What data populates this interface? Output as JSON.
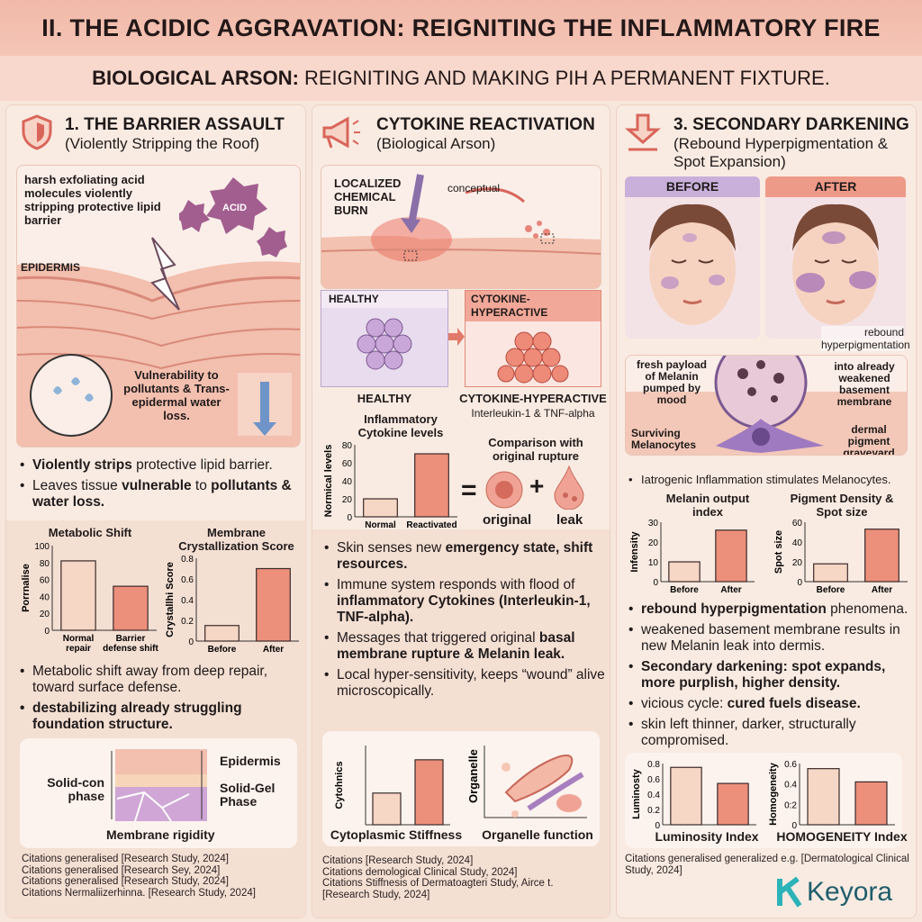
{
  "header": {
    "title": "II. THE ACIDIC AGGRAVATION: REIGNITING THE INFLAMMATORY FIRE",
    "subtitle_bold": "BIOLOGICAL ARSON:",
    "subtitle_rest": "REIGNITING AND MAKING PIH A PERMANENT FIXTURE."
  },
  "colors": {
    "light_bar": "#f6d6c4",
    "dark_bar": "#ec8f7b",
    "accent": "#e27a6a",
    "logo": "#1f5d6b"
  },
  "col1": {
    "icon": "shield-icon",
    "title": "1. THE BARRIER ASSAULT",
    "subtitle": "(Violently Stripping the Roof)",
    "illus": {
      "acid_text": "harsh exfoliating acid molecules violently stripping protective lipid barrier",
      "acid": "ACID",
      "epidermis": "EPIDERMIS",
      "vuln": "Vulnerability to pollutants & Trans-epidermal water loss."
    },
    "bullets": [
      {
        "b": "Violently strips",
        "t": " protective lipid barrier."
      },
      {
        "t": "Leaves tissue ",
        "b": "vulnerable",
        "t2": " to ",
        "b2": "pollutants & water loss."
      }
    ],
    "bullets2": [
      "Metabolic shift away from deep repair, toward surface defense.",
      "destabilizing already struggling foundation structure."
    ],
    "diagram": {
      "epidermis": "Epidermis",
      "solid_con": "Solid-con phase",
      "solid_gel": "Solid-Gel Phase",
      "caption": "Membrane rigidity"
    },
    "citations": [
      "Citations generalised [Research Study, 2024]",
      "Citations generalised [Research Sey, 2024]",
      "Citations generalised [Research Study, 2024]",
      "Citations Nermaliizerhinna. [Research Study, 2024]"
    ]
  },
  "col2": {
    "icon": "megaphone-icon",
    "title": "CYTOKINE REACTIVATION",
    "subtitle": "(Biological Arson)",
    "illus": {
      "burn": "LOCALIZED CHEMICAL BURN",
      "conceptual": "conceptual",
      "healthy": "HEALTHY",
      "hyper": "CYTOKINE-HYPERACTIVE",
      "healthy_label": "HEALTHY",
      "hyper_label": "CYTOKINE-HYPERACTIVE",
      "hyper_sub": "Interleukin-1 & TNF-alpha"
    },
    "comparison": {
      "title": "Comparison with original rupture",
      "equals": "=",
      "plus": "+",
      "original": "original",
      "leak": "leak"
    },
    "bullets": [
      {
        "t": "Skin senses new ",
        "b": "emergency state, shift resources."
      },
      {
        "t": "Immune system responds with flood of ",
        "b": "inflammatory Cytokines (Interleukin-1, TNF-alpha)."
      },
      {
        "t": "Messages that triggered original ",
        "b": "basal membrane rupture & Melanin leak."
      },
      {
        "t": "Local hyper-sensitivity, keeps “wound” alive microscopically.",
        "b": ""
      }
    ],
    "organelle": {
      "ylabel": "Organelle",
      "caption": "Organelle function"
    },
    "citations": [
      "Citations [Research Study, 2024]",
      "Citations demological Clinical Study, 2024]",
      "Citations Stiffnesis of Dermatoagteri Study, Airce t.",
      "[Research Study, 2024]"
    ]
  },
  "col3": {
    "icon": "down-arrow-icon",
    "title": "3. SECONDARY DARKENING",
    "subtitle": "(Rebound Hyperpigmentation & Spot Expansion)",
    "before": "BEFORE",
    "after": "AFTER",
    "rebound": "rebound hyperpigmentation",
    "zoom": {
      "payload": "fresh payload of Melanin pumped by mood",
      "weakened": "into already weakened basement membrane",
      "surviving": "Surviving Melanocytes",
      "graveyard": "dermal pigment graveyard"
    },
    "bullet0": "Iatrogenic Inflammation stimulates Melanocytes.",
    "bullets": [
      {
        "b": "rebound hyperpigmentation",
        "t": " phenomena."
      },
      {
        "t": "weakened basement membrane results in new Melanin leak into dermis."
      },
      {
        "b": "Secondary darkening: spot expands, more purplish, higher density."
      },
      {
        "t": "vicious cycle: ",
        "b2": "cured fuels disease."
      },
      {
        "t": "skin left thinner, darker, structurally compromised."
      }
    ],
    "citations": [
      "Citations generalised generalized e.g. [Dermatological Clinical Study, 2024]"
    ],
    "logo": "Keyora"
  },
  "chart_data": [
    {
      "type": "bar",
      "title": "Metabolic Shift",
      "ylabel": "Porrnalise",
      "categories": [
        "Normal repair",
        "Barrier defense shift"
      ],
      "values": [
        82,
        52
      ],
      "ylim": [
        0,
        100
      ],
      "ticks": [
        "0",
        "20",
        "40",
        "60",
        "80",
        "100"
      ]
    },
    {
      "type": "bar",
      "title": "Membrane Crystallization Score",
      "ylabel": "Crystallhi Score",
      "categories": [
        "Before",
        "After"
      ],
      "values": [
        0.15,
        0.7
      ],
      "ylim": [
        0,
        0.8
      ],
      "ticks": [
        "0",
        "0.2",
        "0.4",
        "0.6",
        "0.8"
      ]
    },
    {
      "type": "bar",
      "title": "Inflammatory Cytokine levels",
      "ylabel": "Normical levels",
      "categories": [
        "Normal",
        "Reactivated"
      ],
      "values": [
        20,
        70
      ],
      "ylim": [
        0,
        80
      ],
      "ticks": [
        "0",
        "20",
        "40",
        "60",
        "80"
      ]
    },
    {
      "type": "bar",
      "title": "Cytoplasmic Stiffness",
      "ylabel": "Cytohnics",
      "categories": [
        "",
        ""
      ],
      "values": [
        40,
        82
      ],
      "ylim": [
        0,
        100
      ],
      "ticks": []
    },
    {
      "type": "bar",
      "title": "Melanin output index",
      "ylabel": "Infensity",
      "categories": [
        "Before",
        "After"
      ],
      "values": [
        10,
        26
      ],
      "ylim": [
        0,
        30
      ],
      "ticks": [
        "0",
        "10",
        "20",
        "30"
      ]
    },
    {
      "type": "bar",
      "title": "Pigment Density & Spot size",
      "ylabel": "Spot size",
      "categories": [
        "Before",
        "After"
      ],
      "values": [
        18,
        53
      ],
      "ylim": [
        0,
        60
      ],
      "ticks": [
        "0",
        "20",
        "40",
        "60"
      ]
    },
    {
      "type": "bar",
      "title": "Luminosity Index",
      "ylabel": "Luminosty",
      "categories": [
        "",
        ""
      ],
      "values": [
        0.75,
        0.54
      ],
      "ylim": [
        0,
        0.8
      ],
      "ticks": [
        "0",
        "0.2",
        "0.4",
        "0.6",
        "0.8"
      ]
    },
    {
      "type": "bar",
      "title": "HOMOGENEITY Index",
      "ylabel": "Homogeneity",
      "categories": [
        "",
        ""
      ],
      "values": [
        0.55,
        0.42
      ],
      "ylim": [
        0,
        0.6
      ],
      "ticks": [
        "0",
        "0:2",
        "0.4",
        "0.6"
      ]
    }
  ]
}
